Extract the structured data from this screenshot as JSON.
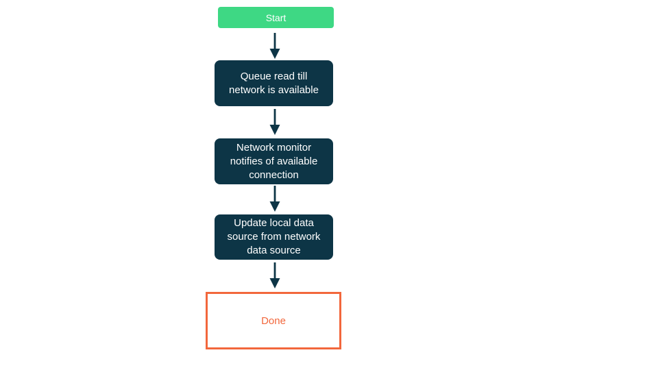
{
  "colors": {
    "background": "#ffffff",
    "start_fill": "#3ed884",
    "step_fill": "#0d3546",
    "arrow": "#0d3546",
    "done_border": "#f2673c",
    "done_text": "#f2673c",
    "text_on_dark": "#ffffff"
  },
  "flowchart": {
    "start": {
      "label": "Start"
    },
    "steps": [
      {
        "line1": "Queue read till",
        "line2": "network is available"
      },
      {
        "line1": "Network monitor",
        "line2": "notifies of available",
        "line3": "connection"
      },
      {
        "line1": "Update local data",
        "line2": "source from network",
        "line3": "data source"
      }
    ],
    "done": {
      "label": "Done"
    },
    "arrows": {
      "count": 4,
      "direction": "down"
    }
  }
}
